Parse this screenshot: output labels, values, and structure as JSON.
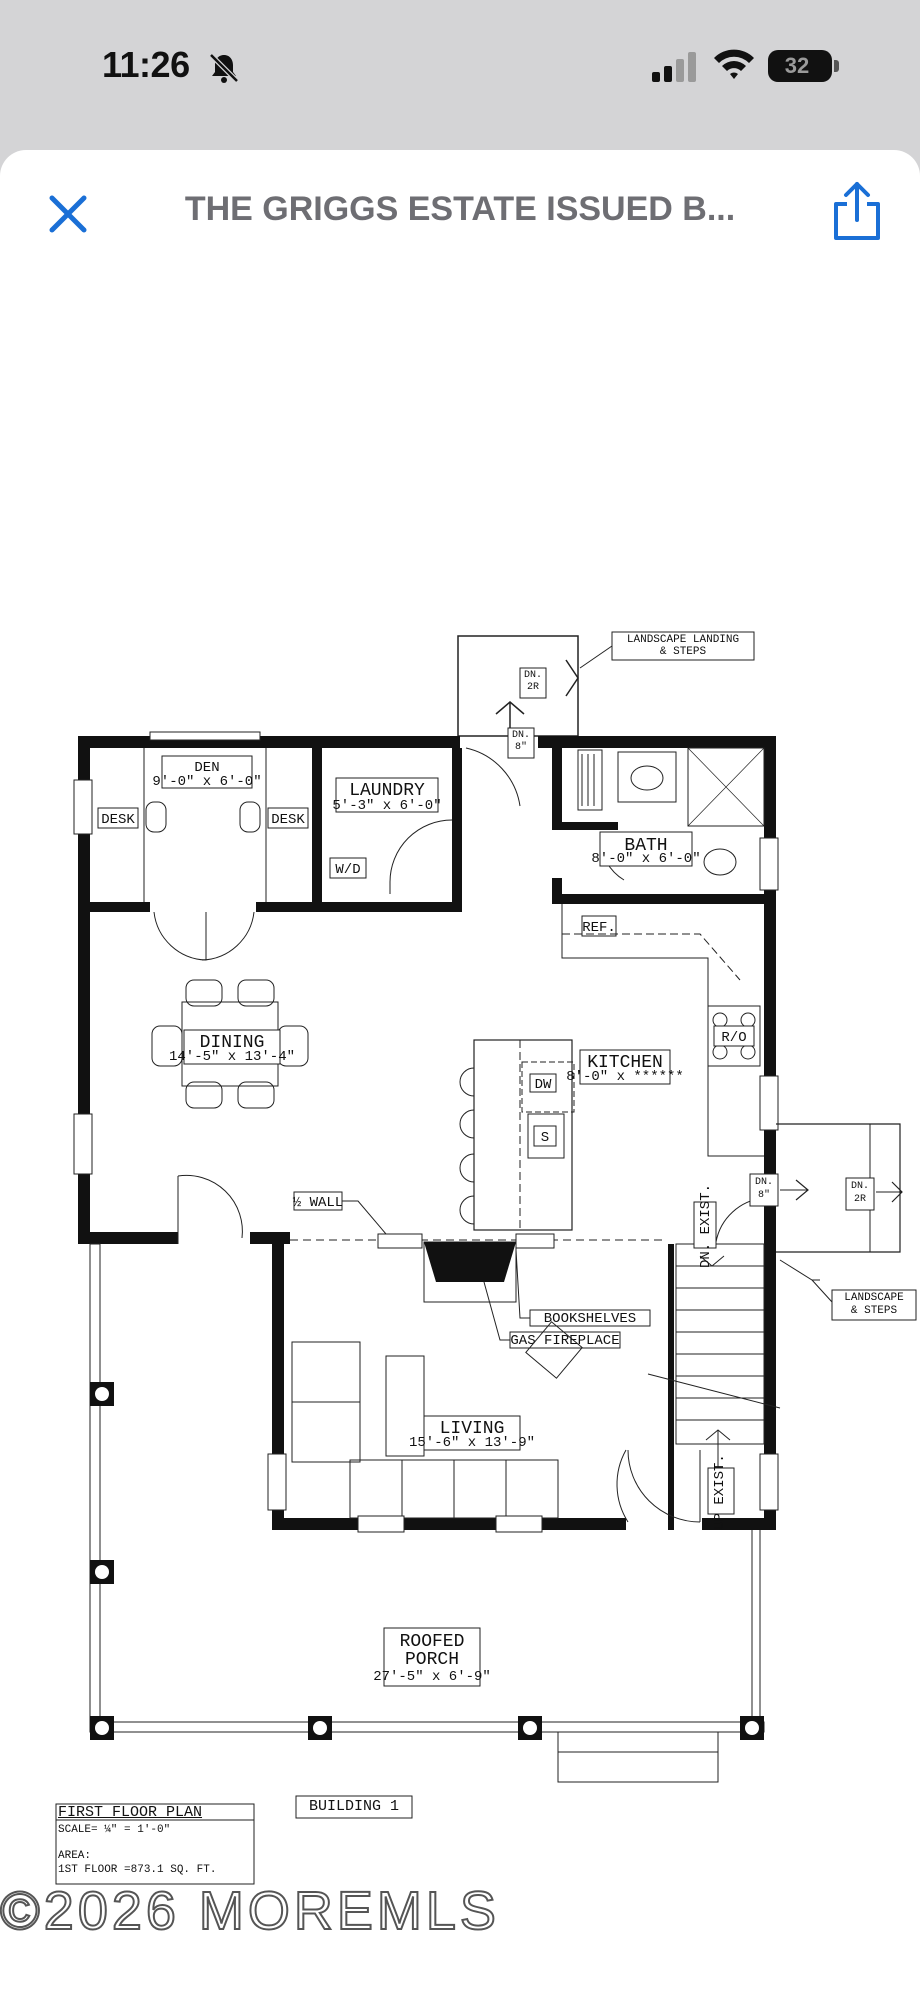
{
  "status_bar": {
    "time": "11:26",
    "battery": "32",
    "icons": [
      "bell-slash-icon",
      "cellular-signal-icon",
      "wifi-icon",
      "battery-icon"
    ]
  },
  "header": {
    "title": "THE GRIGGS ESTATE ISSUED B...",
    "close_icon": "close-icon",
    "share_icon": "share-icon",
    "accent_color": "#1a6fd6"
  },
  "floor_plan": {
    "rooms": {
      "den": {
        "name": "DEN",
        "size": "9'-0\" x 6'-0\""
      },
      "laundry": {
        "name": "LAUNDRY",
        "size": "5'-3\" x 6'-0\""
      },
      "bath": {
        "name": "BATH",
        "size": "8'-0\" x 6'-0\""
      },
      "dining": {
        "name": "DINING",
        "size": "14'-5\" x 13'-4\""
      },
      "kitchen": {
        "name": "KITCHEN",
        "size": "8'-0\" x ******"
      },
      "living": {
        "name": "LIVING",
        "size": "15'-6\" x 13'-9\""
      },
      "porch": {
        "name_line1": "ROOFED",
        "name_line2": "PORCH",
        "size": "27'-5\" x 6'-9\""
      }
    },
    "fixtures": {
      "desk_left": "DESK",
      "desk_right": "DESK",
      "wd": "W/D",
      "ref": "REF.",
      "range": "R/O",
      "dw": "DW",
      "sink": "S",
      "half_wall": "½ WALL",
      "bookshelves": "BOOKSHELVES",
      "gas_fireplace": "GAS FIREPLACE"
    },
    "stairs": {
      "dn_2r_top": "DN. 2R",
      "dn_8_top": "DN. 8\"",
      "dn_8_right": "DN. 8\"",
      "dn_2r_right": "DN. 2R",
      "dn_exist": "DN. EXIST.",
      "up_exist": "UP EXIST."
    },
    "callouts": {
      "landscape_landing_line1": "LANDSCAPE LANDING",
      "landscape_landing_line2": "& STEPS",
      "landscape_steps_line1": "LANDSCAPE",
      "landscape_steps_line2": "& STEPS"
    },
    "title_block": {
      "title": "FIRST FLOOR PLAN",
      "scale": "SCALE= ¼\" = 1'-0\"",
      "area_label": "AREA:",
      "area_value": "1ST FLOOR =873.1 SQ. FT.",
      "building": "BUILDING 1"
    }
  },
  "watermark": "©2026 MOREMLS"
}
